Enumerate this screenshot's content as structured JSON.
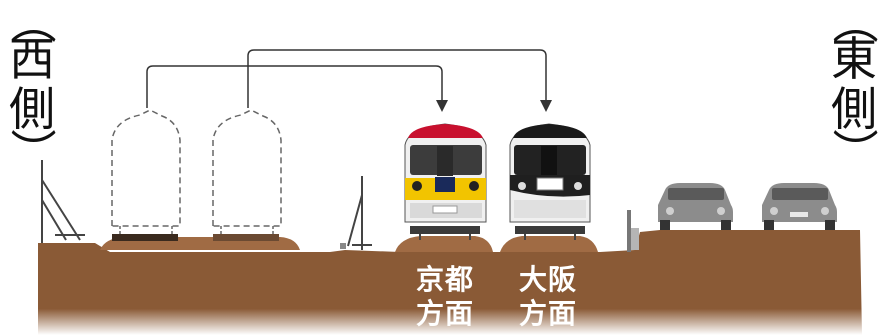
{
  "labels": {
    "west": {
      "open": "（",
      "chars": [
        "西",
        "側"
      ],
      "close": "）"
    },
    "east": {
      "open": "（",
      "chars": [
        "東",
        "側"
      ],
      "close": "）"
    }
  },
  "destinations": {
    "kyoto": {
      "line1": "京都",
      "line2": "方面"
    },
    "osaka": {
      "line1": "大阪",
      "line2": "方面"
    }
  },
  "colors": {
    "ground": "#8a5a36",
    "ballast": "#7a4a2c",
    "train_kyoto_accent": "#f2c400",
    "train_kyoto_top": "#c8102e",
    "train_osaka_accent": "#1a1a1a",
    "car": "#8c8c8c"
  }
}
